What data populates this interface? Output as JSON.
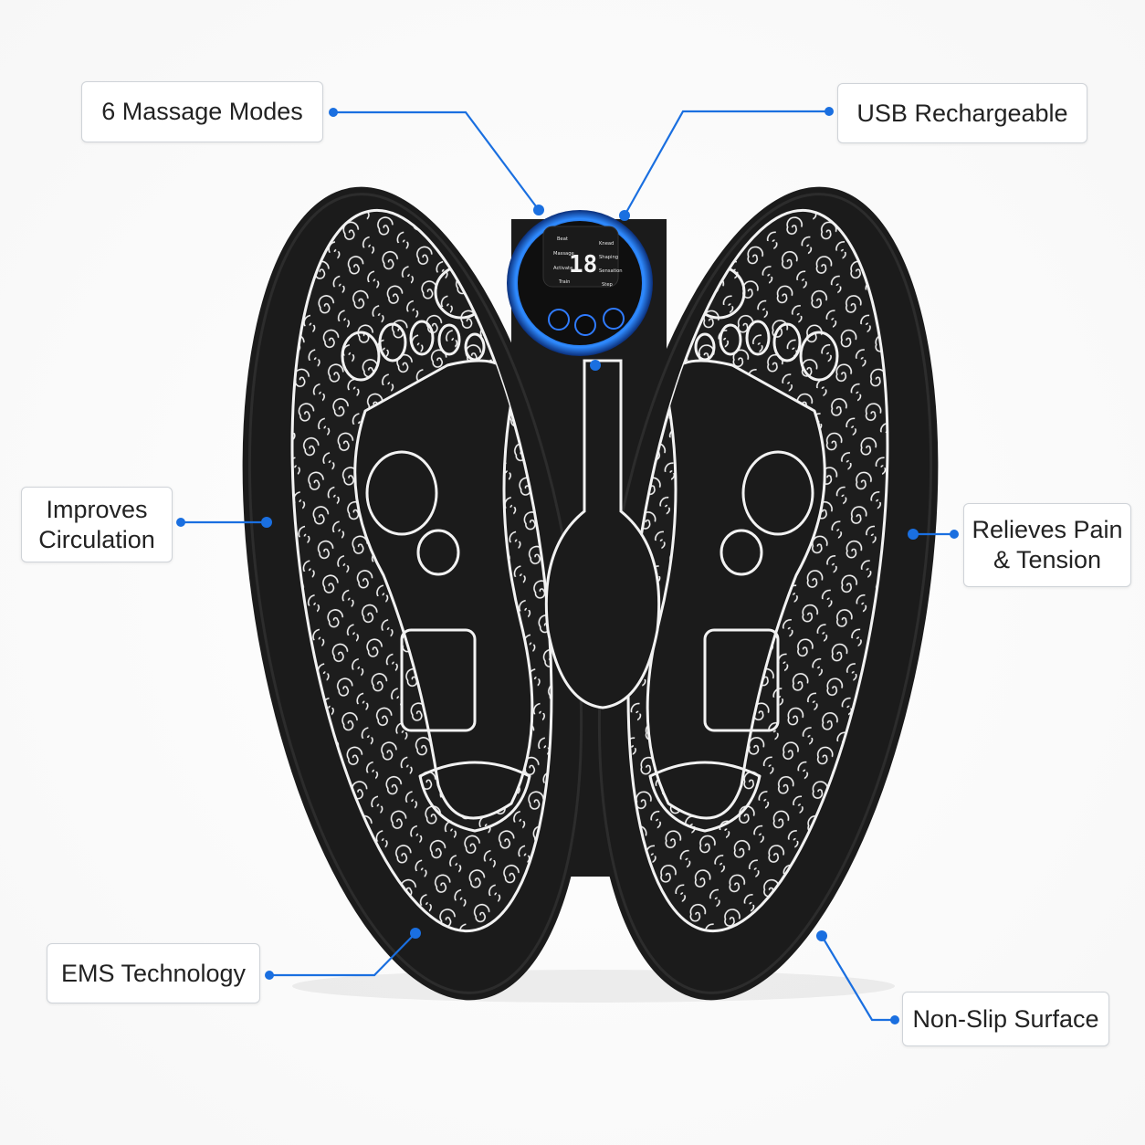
{
  "callouts": {
    "top_left": "6 Massage Modes",
    "top_right": "USB Rechargeable",
    "mid_left": [
      "Improves",
      "Circulation"
    ],
    "mid_right": [
      "Relieves Pain",
      "& Tension"
    ],
    "bottom_left": "EMS Technology",
    "bottom_right": "Non-Slip Surface"
  },
  "display": {
    "digit": "18",
    "modes_left": [
      "Beat",
      "Massage",
      "Activate",
      "Train"
    ],
    "modes_right": [
      "Knead",
      "Shaping",
      "Sensation",
      "Step"
    ]
  },
  "colors": {
    "accent": "#1a6fe0",
    "mat": "#1b1b1b",
    "pattern": "#f2f2f2",
    "background": "#ffffff"
  }
}
